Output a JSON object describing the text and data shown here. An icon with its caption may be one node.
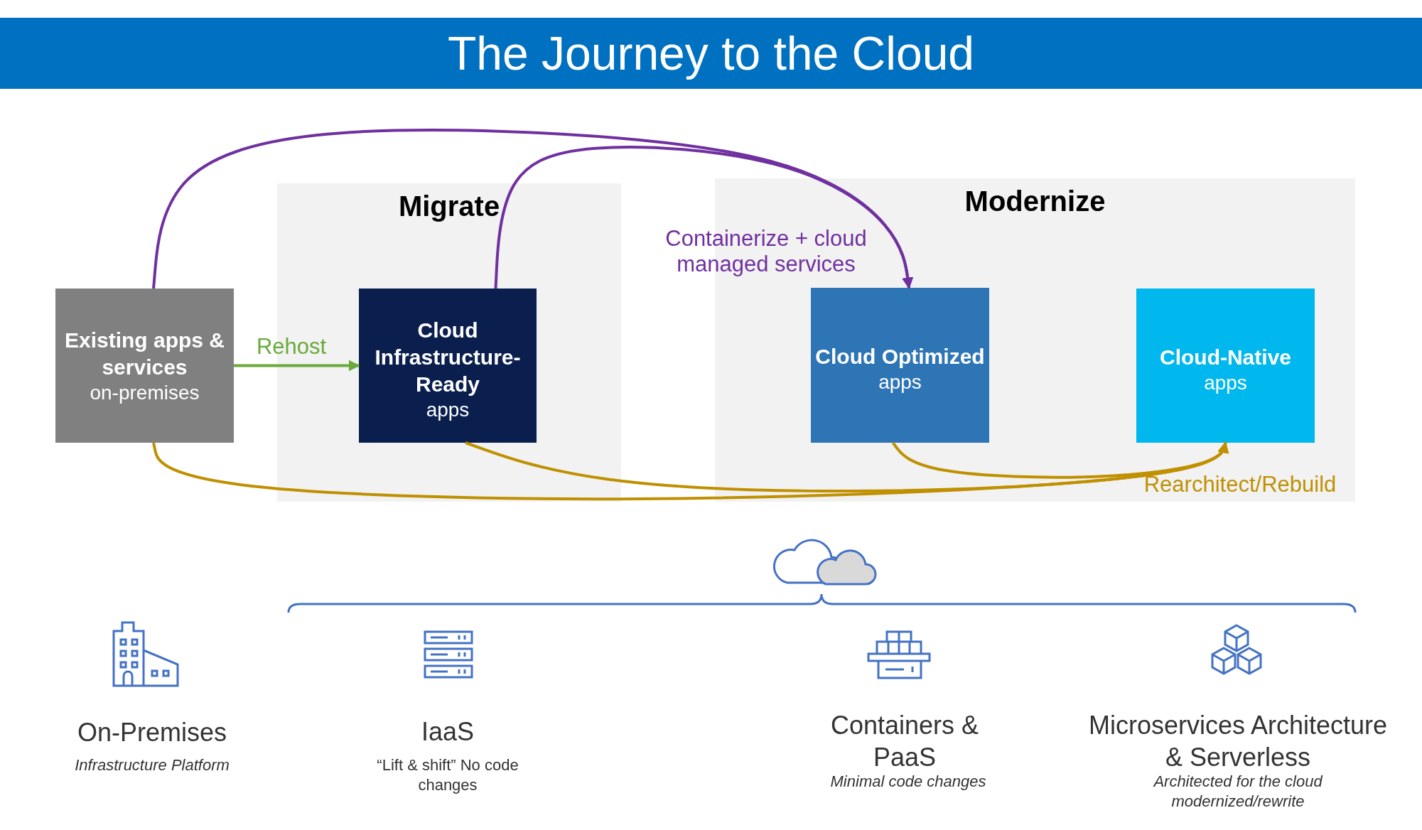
{
  "diagram": {
    "title": "The Journey to the Cloud",
    "nodes": [
      {
        "text": [
          "Existing apps & services",
          "on-premises"
        ]
      },
      {
        "text": [
          "Migrate"
        ]
      },
      {
        "text": [
          "Cloud Infrastructure-Ready",
          "apps"
        ],
        "in": 1
      },
      {
        "text": [
          "Modernize"
        ]
      },
      {
        "text": [
          "Cloud Optimized",
          "apps"
        ],
        "in": 3
      },
      {
        "text": [
          "Cloud-Native",
          "apps"
        ],
        "in": 3
      }
    ],
    "edges": [
      {
        "from": 0,
        "to": 2,
        "arrow": "to",
        "label": "Rehost",
        "color": "#6aaa3a"
      },
      {
        "from": 0,
        "to": 4,
        "arrow": "to",
        "label": "Containerize + cloud managed services",
        "color": "#7030a0"
      },
      {
        "from": 2,
        "to": 4,
        "arrow": "to",
        "color": "#7030a0"
      },
      {
        "from": 0,
        "to": 5,
        "arrow": "to",
        "color": "#bf9000"
      },
      {
        "from": 2,
        "to": 5,
        "arrow": "to",
        "color": "#bf9000"
      },
      {
        "from": 4,
        "to": 5,
        "arrow": "to",
        "label": "Rearchitect/Rebuild",
        "color": "#bf9000"
      }
    ],
    "labels": [
      "On-Premises",
      "Infrastructure Platform",
      "IaaS",
      "“Lift & shift” No code changes",
      "Containers & PaaS",
      "Minimal code changes",
      "Microservices Architecture & Serverless",
      "Architected for the cloud modernized/rewrite"
    ]
  }
}
